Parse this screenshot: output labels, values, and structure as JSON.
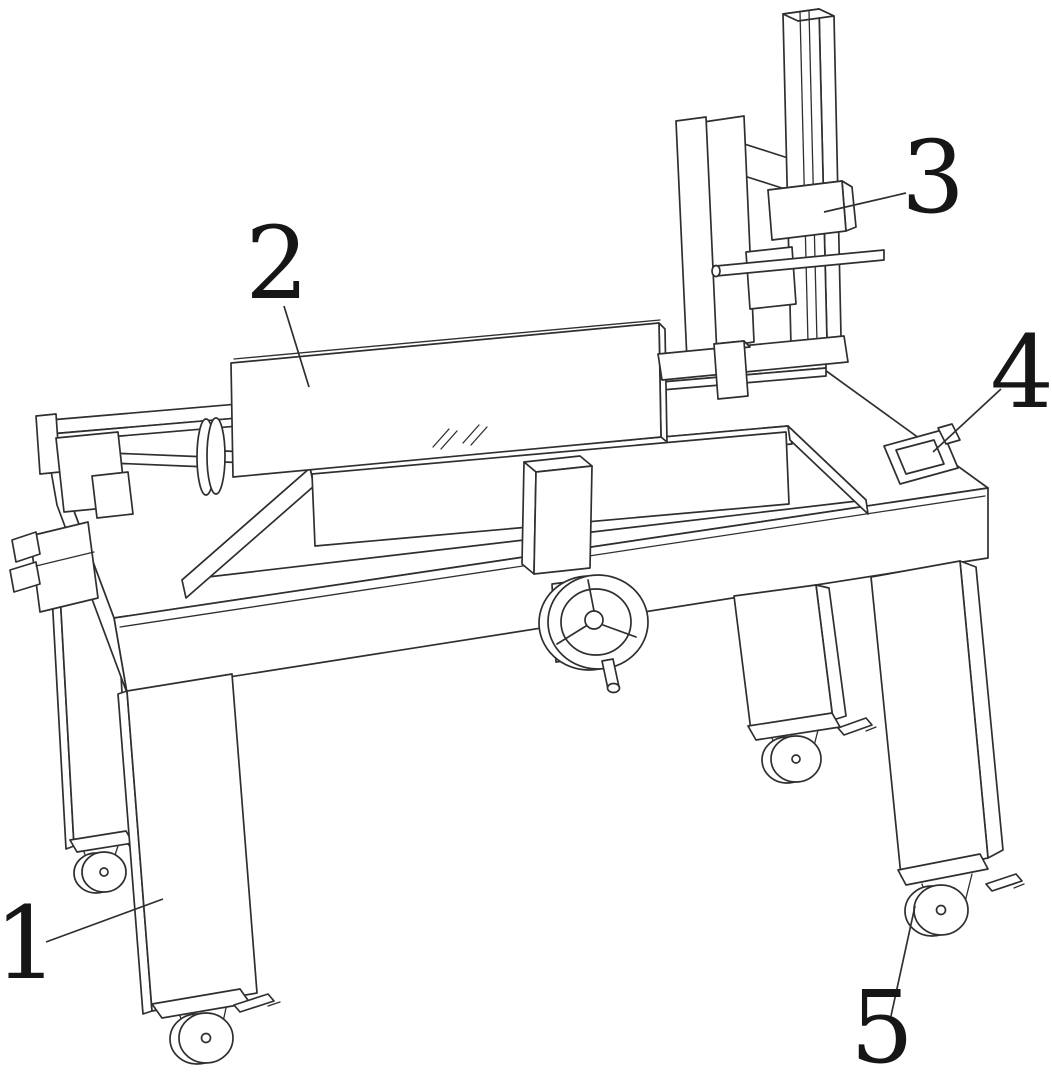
{
  "figure": {
    "labels": [
      {
        "text": "1"
      },
      {
        "text": "2"
      },
      {
        "text": "3"
      },
      {
        "text": "4"
      },
      {
        "text": "5"
      }
    ],
    "colors": {
      "line": "#2f2f2f",
      "label": "#161616",
      "background": "#ffffff"
    }
  }
}
